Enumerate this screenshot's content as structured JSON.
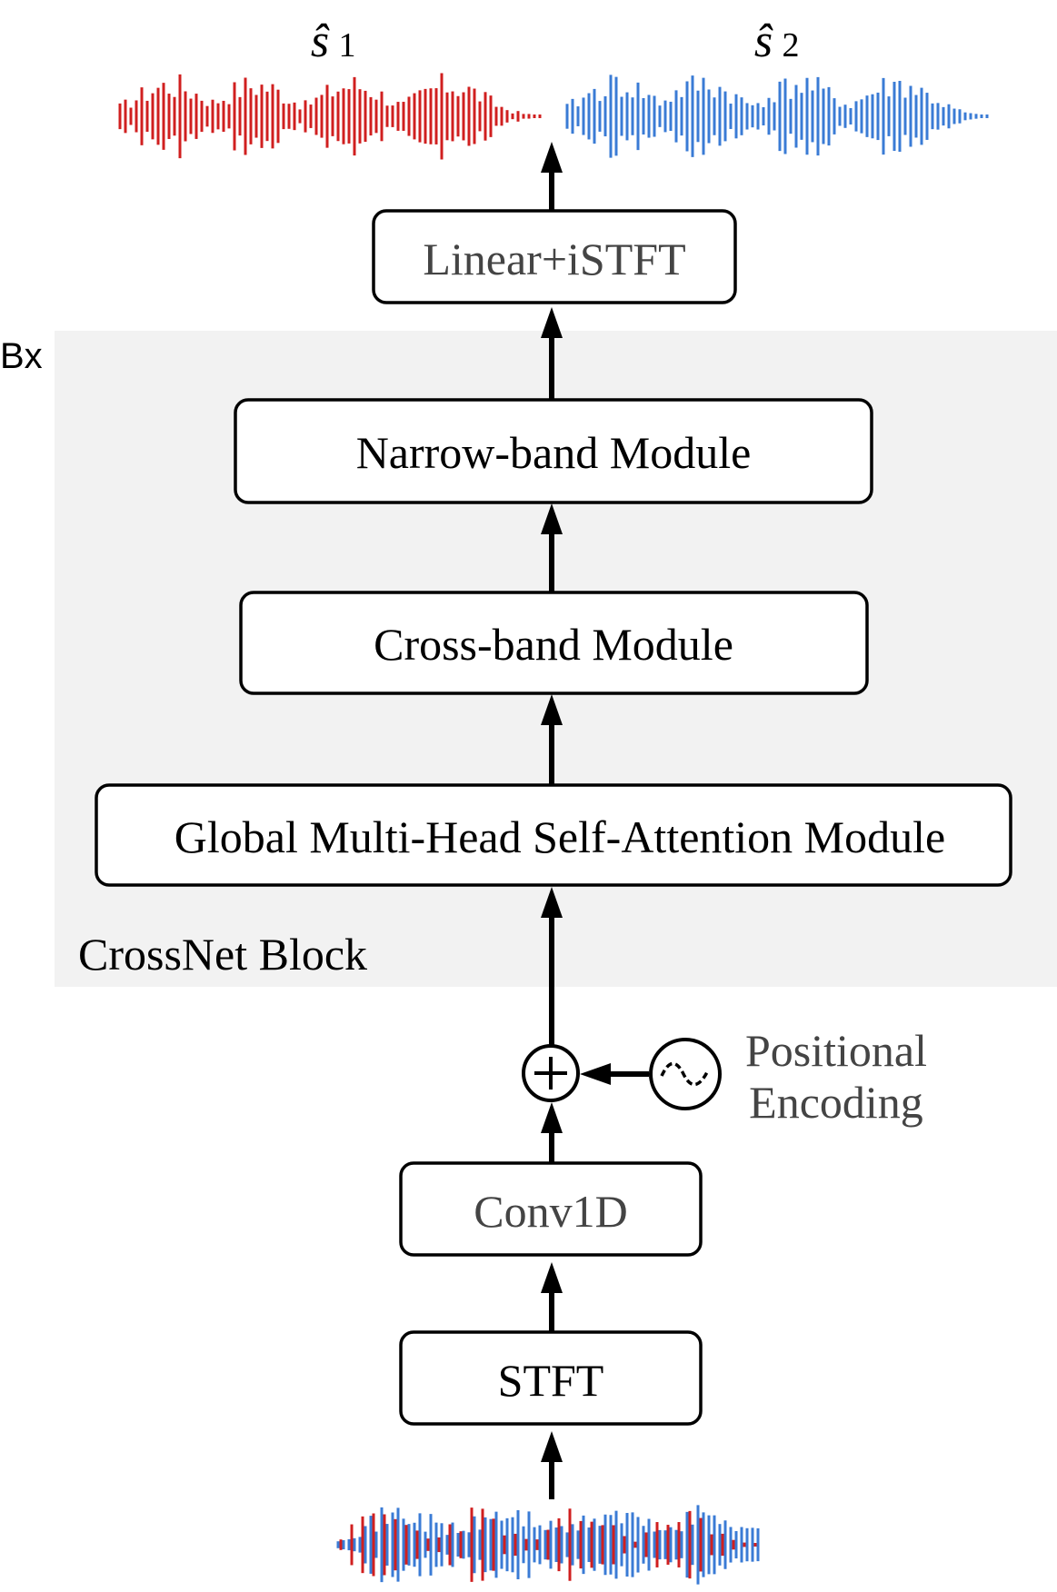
{
  "diagram": {
    "outputs": [
      {
        "label": "ŝ",
        "subscript": "1",
        "color": "#d01f1f"
      },
      {
        "label": "ŝ",
        "subscript": "2",
        "color": "#3a7bd5"
      }
    ],
    "block_repeat_label": "Bx",
    "block_name": "CrossNet Block",
    "modules": {
      "linear_istft": "Linear+iSTFT",
      "narrow_band": "Narrow-band Module",
      "cross_band": "Cross-band Module",
      "global_mhsa": "Global Multi-Head Self-Attention Module",
      "conv1d": "Conv1D",
      "stft": "STFT"
    },
    "positional_encoding": {
      "line1": "Positional",
      "line2": "Encoding",
      "operator": "+"
    },
    "colors": {
      "speaker1": "#d01f1f",
      "speaker2": "#3a7bd5",
      "block_background": "#f2f2f2"
    }
  }
}
